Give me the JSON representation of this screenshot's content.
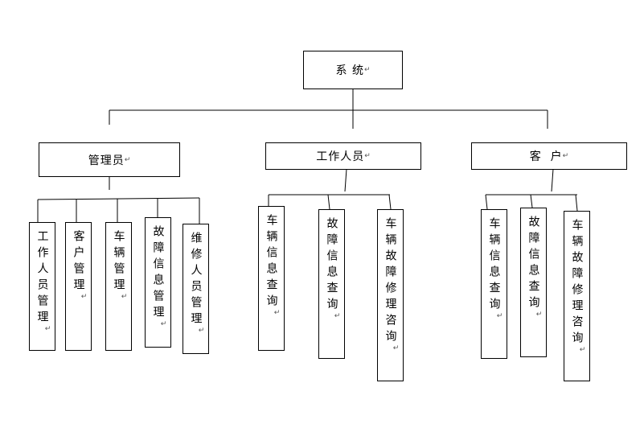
{
  "root": {
    "label": "系 统"
  },
  "groups": [
    {
      "label": "管理员",
      "items": [
        "工作人员管理",
        "客户管理",
        "车辆管理",
        "故障信息管理",
        "维修人员管理"
      ]
    },
    {
      "label": "工作人员",
      "items": [
        "车辆信息查询",
        "故障信息查询",
        "车辆故障修理咨询"
      ]
    },
    {
      "label": "客  户",
      "items": [
        "车辆信息查询",
        "故障信息查询",
        "车辆故障修理咨询"
      ]
    }
  ],
  "line_color": "#000000",
  "paragraph_mark": "↵"
}
